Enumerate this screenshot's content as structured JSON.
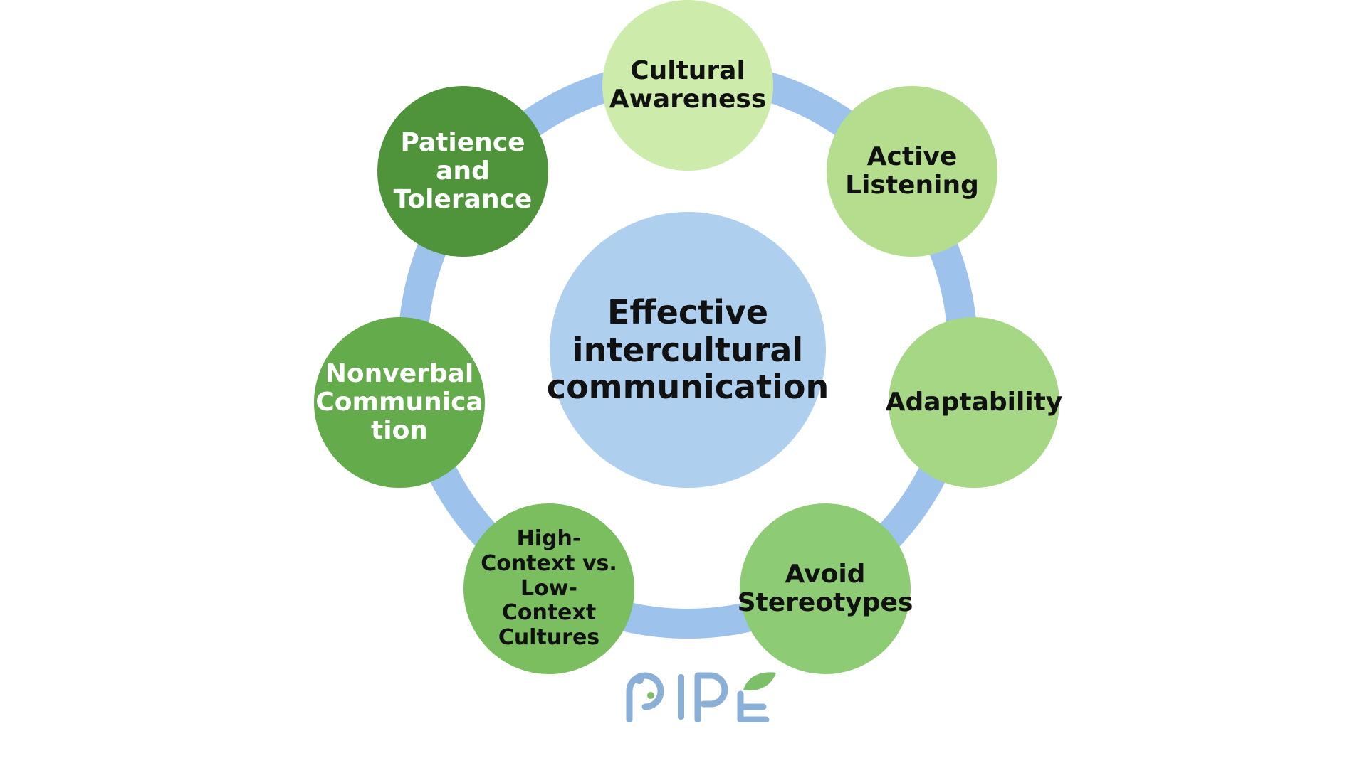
{
  "diagram": {
    "center": {
      "label": "Effective\nintercultural\ncommunication",
      "color": "#afcfee"
    },
    "ring_color": "#9dc3ec",
    "nodes": [
      {
        "id": "cultural-awareness",
        "label": "Cultural\nAwareness",
        "color": "#cdebaa",
        "text_color": "light"
      },
      {
        "id": "active-listening",
        "label": "Active\nListening",
        "color": "#b4de8e",
        "text_color": "light"
      },
      {
        "id": "adaptability",
        "label": "Adaptability",
        "color": "#a6d784",
        "text_color": "light"
      },
      {
        "id": "avoid-stereotypes",
        "label": "Avoid\nStereotypes",
        "color": "#8ecb75",
        "text_color": "light"
      },
      {
        "id": "high-low-context",
        "label": "High-\nContext vs.\nLow-\nContext\nCultures",
        "color": "#7abe60",
        "text_color": "light"
      },
      {
        "id": "nonverbal-communication",
        "label": "Nonverbal\nCommunica\ntion",
        "color": "#64ab4b",
        "text_color": "dark"
      },
      {
        "id": "patience-tolerance",
        "label": "Patience\nand\nTolerance",
        "color": "#4f943a",
        "text_color": "dark"
      }
    ]
  },
  "logo": {
    "text": "PIPE",
    "color": "#8bb0d8",
    "accent": "#7cbf68"
  }
}
